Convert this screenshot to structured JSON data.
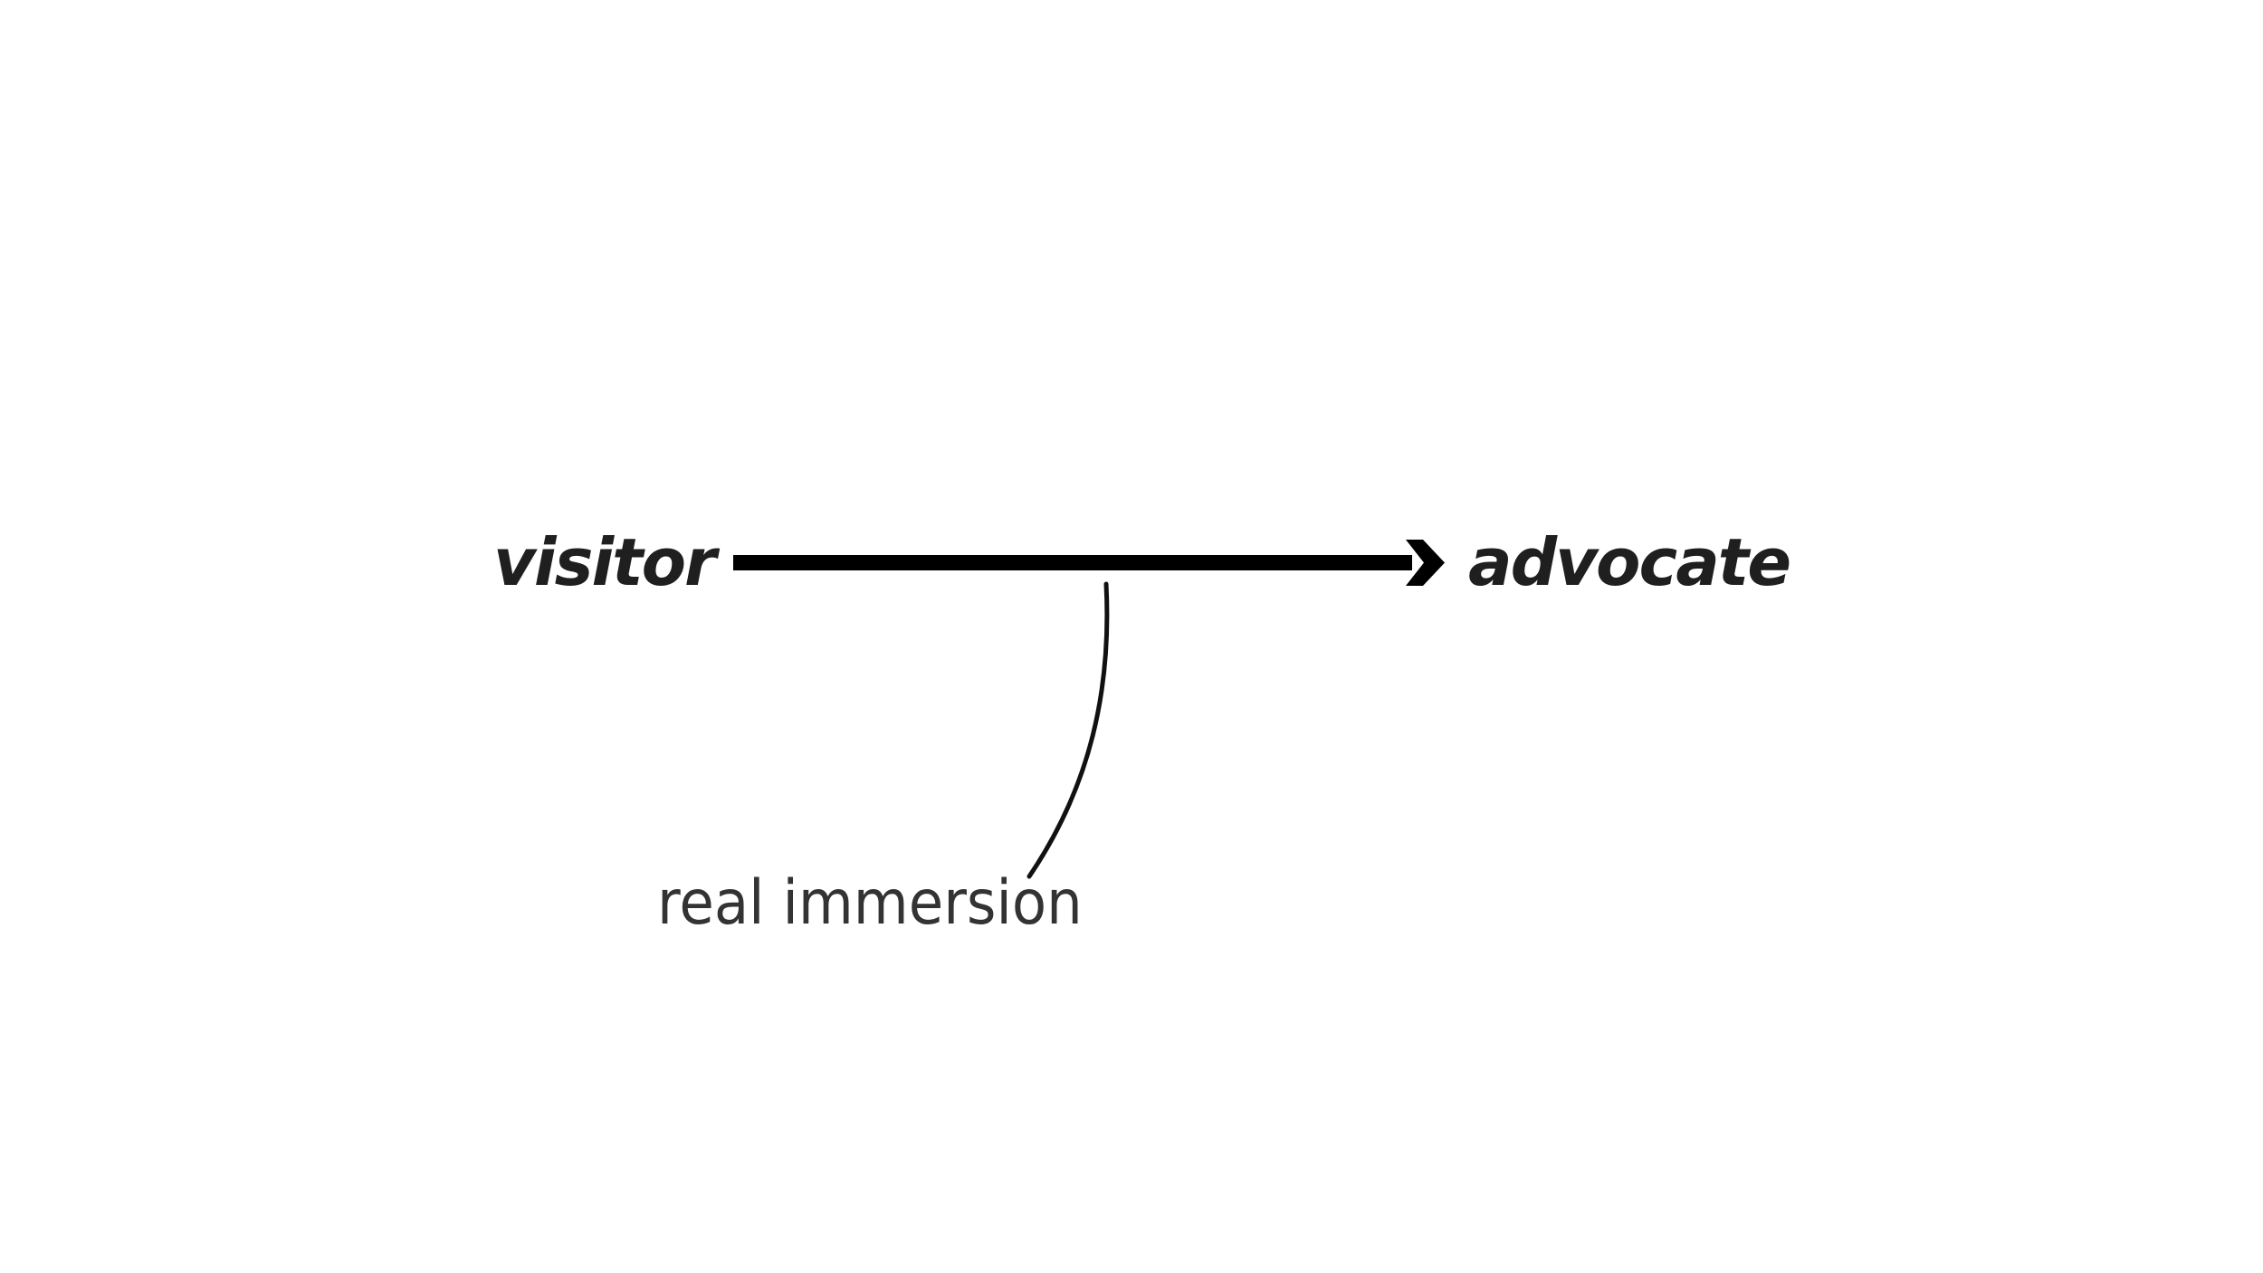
{
  "diagram": {
    "start_label": "visitor",
    "end_label": "advocate",
    "annotation": "real immersion"
  },
  "colors": {
    "background": "#ffffff",
    "node_text": "#1f1f1f",
    "arrow": "#000000",
    "annotation_text": "#333333",
    "leader_line": "#111111"
  }
}
